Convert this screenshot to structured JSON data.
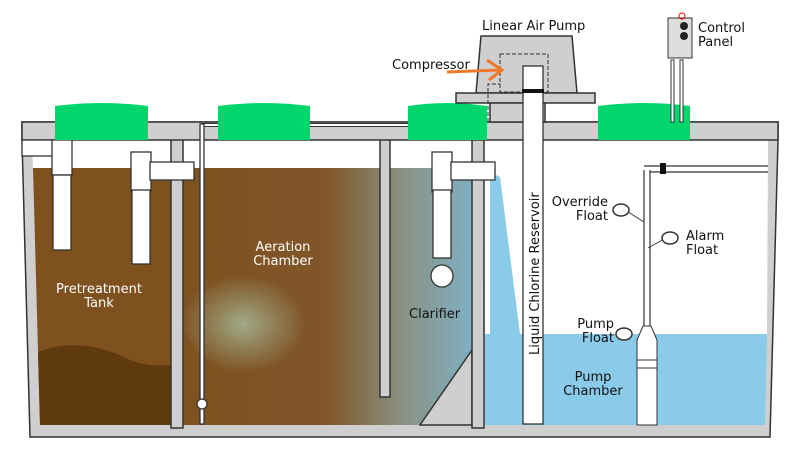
{
  "labels": {
    "linear_air_pump": "Linear Air Pump",
    "compressor": "Compressor",
    "control_panel_1": "Control",
    "control_panel_2": "Panel",
    "pretreatment_1": "Pretreatment",
    "pretreatment_2": "Tank",
    "aeration_1": "Aeration",
    "aeration_2": "Chamber",
    "clarifier": "Clarifier",
    "chlorine": "Liquid Chlorine Reservoir",
    "override_1": "Override",
    "override_2": "Float",
    "alarm_1": "Alarm",
    "alarm_2": "Float",
    "pumpfloat_1": "Pump",
    "pumpfloat_2": "Float",
    "pumpchamber_1": "Pump",
    "pumpchamber_2": "Chamber"
  },
  "colors": {
    "concrete": "#cfcfcf",
    "lid": "#00d66b",
    "sewage": "#7f511e",
    "sludge": "#5f3a0c",
    "clarified": "#7fb2c6",
    "clean_water": "#8acbe9",
    "arrow": "#f07a2a"
  }
}
